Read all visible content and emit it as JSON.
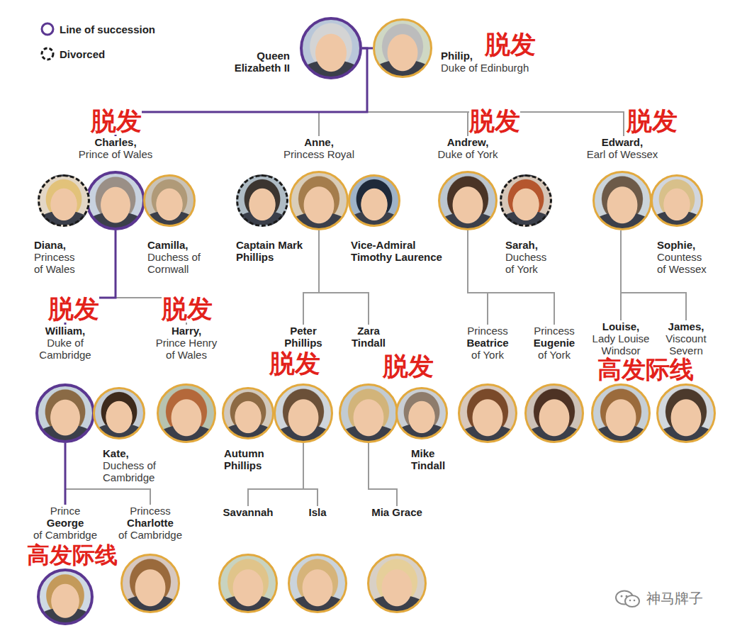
{
  "diagram": {
    "nodes": [
      {
        "text": [
          "Queen Elizabeth II"
        ]
      },
      {
        "text": [
          "Philip,",
          "Duke of Edinburgh"
        ]
      },
      {
        "text": [
          "Charles,",
          "Prince of Wales"
        ]
      },
      {
        "text": [
          "Anne,",
          "Princess Royal"
        ]
      },
      {
        "text": [
          "Andrew,",
          "Duke of York"
        ]
      },
      {
        "text": [
          "Edward,",
          "Earl of Wessex"
        ]
      },
      {
        "text": [
          "Diana,",
          "Princess of Wales"
        ]
      },
      {
        "text": [
          "Camilla,",
          "Duchess of Cornwall"
        ]
      },
      {
        "text": [
          "Captain Mark Phillips"
        ]
      },
      {
        "text": [
          "Vice-Admiral Timothy Laurence"
        ]
      },
      {
        "text": [
          "Sarah,",
          "Duchess of York"
        ]
      },
      {
        "text": [
          "Sophie,",
          "Countess of Wessex"
        ]
      },
      {
        "text": [
          "William,",
          "Duke of Cambridge"
        ]
      },
      {
        "text": [
          "Harry,",
          "Prince Henry of Wales"
        ]
      },
      {
        "text": [
          "Peter Phillips"
        ]
      },
      {
        "text": [
          "Zara Tindall"
        ]
      },
      {
        "text": [
          "Princess",
          "Beatrice",
          "of York"
        ]
      },
      {
        "text": [
          "Princess",
          "Eugenie",
          "of York"
        ]
      },
      {
        "text": [
          "Louise,",
          "Lady Louise Windsor"
        ]
      },
      {
        "text": [
          "James,",
          "Viscount Severn"
        ]
      },
      {
        "text": [
          "Kate,",
          "Duchess of Cambridge"
        ]
      },
      {
        "text": [
          "Autumn Phillips"
        ]
      },
      {
        "text": [
          "Mike Tindall"
        ]
      },
      {
        "text": [
          "Prince",
          "George",
          "of Cambridge"
        ]
      },
      {
        "text": [
          "Princess",
          "Charlotte",
          "of Cambridge"
        ]
      },
      {
        "text": [
          "Savannah"
        ]
      },
      {
        "text": [
          "Isla"
        ]
      },
      {
        "text": [
          "Mia Grace"
        ]
      }
    ],
    "edges": [
      {
        "from": 0,
        "to": 1,
        "arrow": "none"
      },
      {
        "from": 0,
        "to": 2,
        "arrow": "none"
      },
      {
        "from": 0,
        "to": 3,
        "arrow": "none"
      },
      {
        "from": 0,
        "to": 4,
        "arrow": "none"
      },
      {
        "from": 0,
        "to": 5,
        "arrow": "none"
      },
      {
        "from": 2,
        "to": 12,
        "arrow": "none"
      },
      {
        "from": 2,
        "to": 13,
        "arrow": "none"
      },
      {
        "from": 3,
        "to": 14,
        "arrow": "none"
      },
      {
        "from": 3,
        "to": 15,
        "arrow": "none"
      },
      {
        "from": 4,
        "to": 16,
        "arrow": "none"
      },
      {
        "from": 4,
        "to": 17,
        "arrow": "none"
      },
      {
        "from": 5,
        "to": 18,
        "arrow": "none"
      },
      {
        "from": 5,
        "to": 19,
        "arrow": "none"
      },
      {
        "from": 12,
        "to": 23,
        "arrow": "none"
      },
      {
        "from": 12,
        "to": 24,
        "arrow": "none"
      },
      {
        "from": 14,
        "to": 25,
        "arrow": "none"
      },
      {
        "from": 14,
        "to": 26,
        "arrow": "none"
      },
      {
        "from": 15,
        "to": 27,
        "arrow": "none"
      }
    ],
    "labels": [
      "脱发",
      "脱发",
      "脱发",
      "脱发",
      "脱发",
      "脱发",
      "脱发",
      "脱发",
      "高发际线",
      "高发际线",
      "神马牌子"
    ],
    "legend": [
      {
        "text": "Line of succession"
      },
      {
        "text": "Divorced"
      }
    ]
  }
}
